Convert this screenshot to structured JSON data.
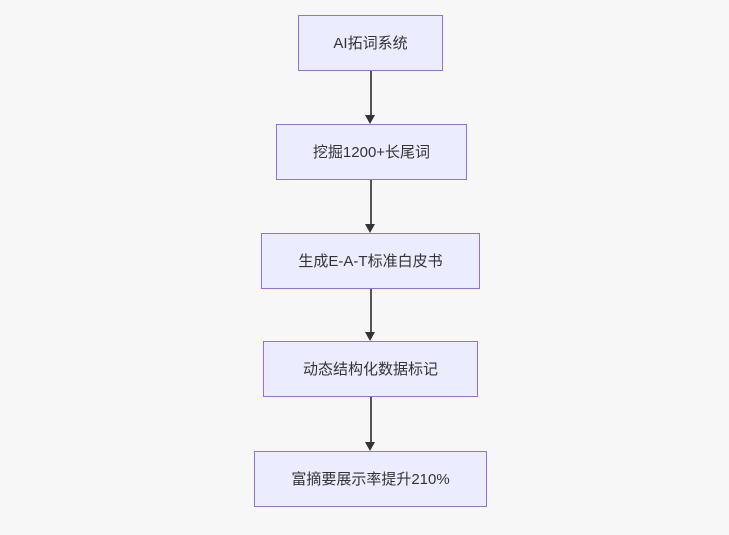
{
  "canvas": {
    "background_color": "#f7f7f7",
    "node_fill_color": "#ececff",
    "node_border_color": "#9370db",
    "edge_line_color": "#555555",
    "arrowhead_color": "#333333",
    "text_color": "#333333"
  },
  "flowchart": {
    "type": "flowchart",
    "direction": "top-down",
    "nodes": [
      {
        "id": "n1",
        "label": "AI拓词系统"
      },
      {
        "id": "n2",
        "label": "挖掘1200+长尾词"
      },
      {
        "id": "n3",
        "label": "生成E-A-T标准白皮书"
      },
      {
        "id": "n4",
        "label": "动态结构化数据标记"
      },
      {
        "id": "n5",
        "label": "富摘要展示率提升210%"
      }
    ],
    "edges": [
      {
        "from": "n1",
        "to": "n2"
      },
      {
        "from": "n2",
        "to": "n3"
      },
      {
        "from": "n3",
        "to": "n4"
      },
      {
        "from": "n4",
        "to": "n5"
      }
    ]
  }
}
